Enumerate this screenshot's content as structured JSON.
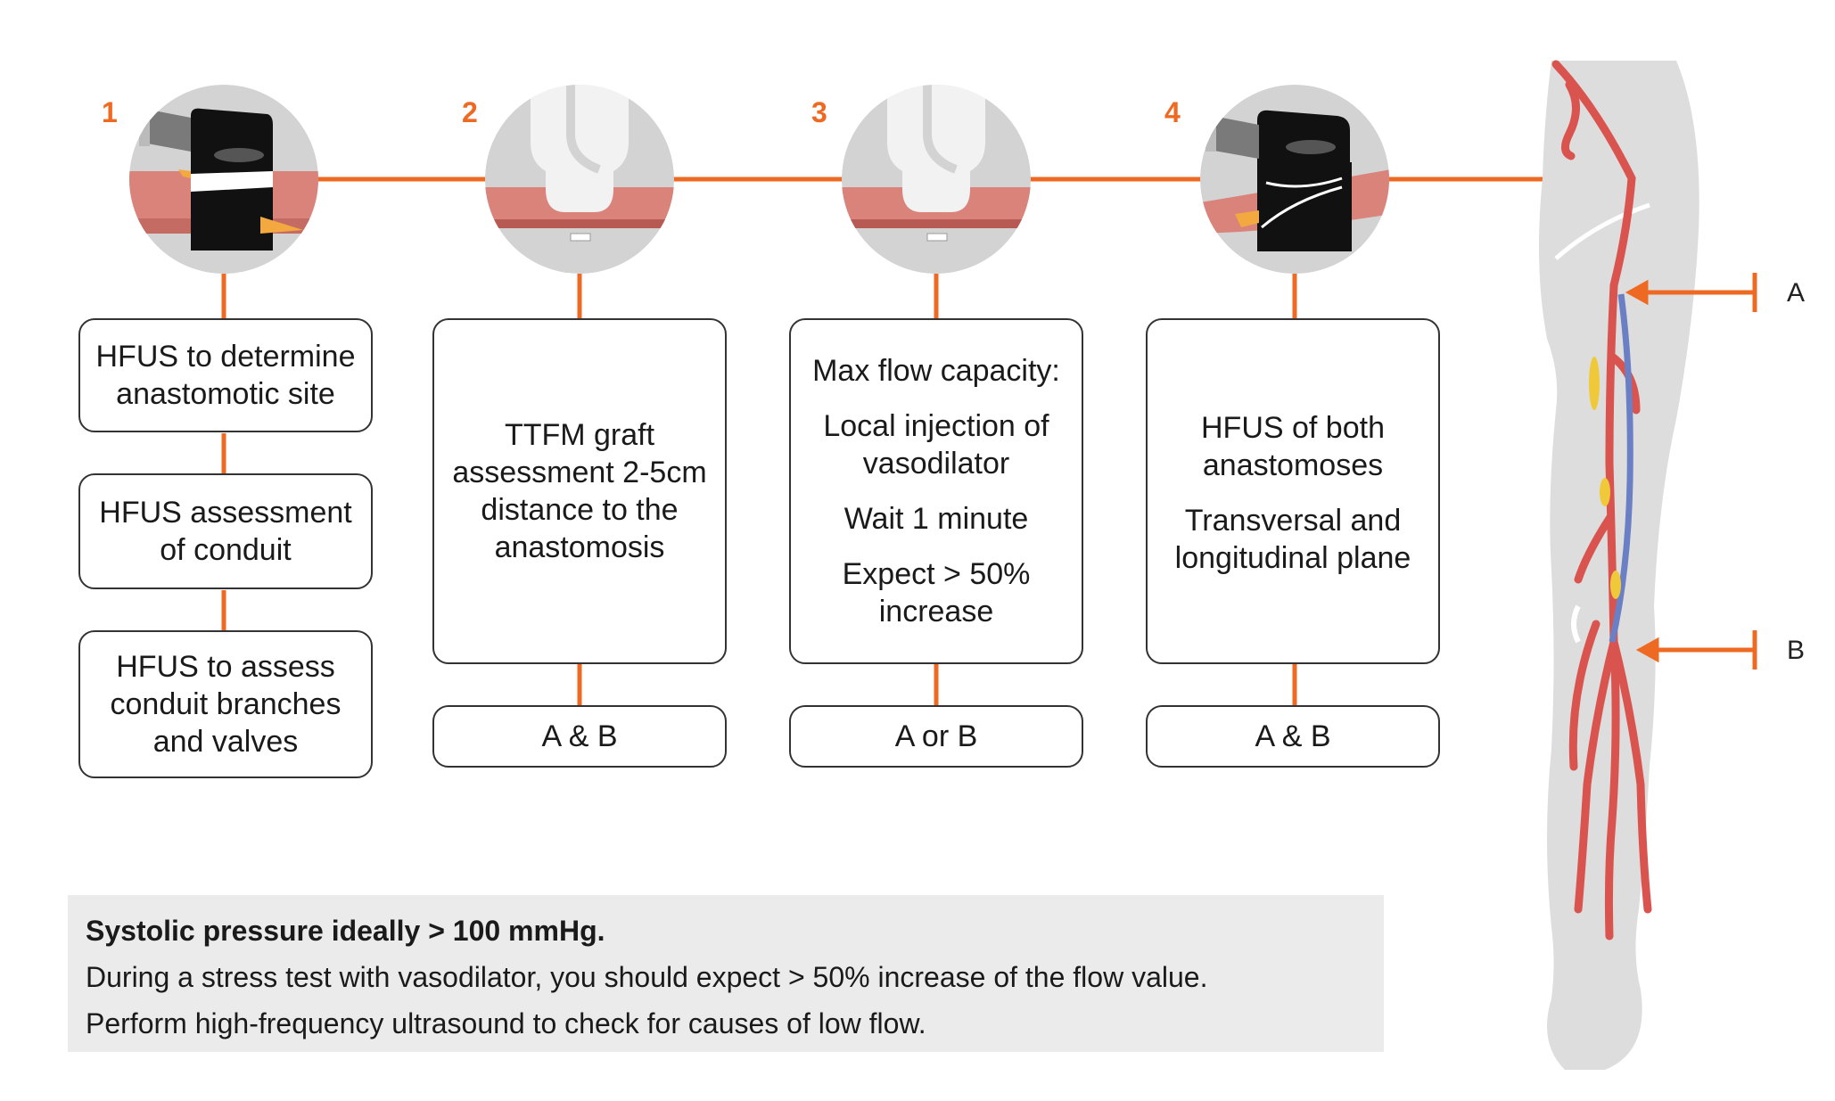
{
  "steps": [
    {
      "number": "1",
      "boxes": [
        "HFUS to determine anastomotic site",
        "HFUS assessment of conduit",
        "HFUS to assess conduit branches and valves"
      ]
    },
    {
      "number": "2",
      "text": "TTFM graft assessment 2-5cm distance to the anastomosis",
      "location": "A & B"
    },
    {
      "number": "3",
      "lines": [
        "Max flow capacity:",
        "Local injection of vasodilator",
        "Wait 1 minute",
        "Expect > 50% increase"
      ],
      "location": "A or B"
    },
    {
      "number": "4",
      "lines": [
        "HFUS of both anastomoses",
        "Transversal and longitudinal plane"
      ],
      "location": "A & B"
    }
  ],
  "markers": {
    "a": "A",
    "b": "B"
  },
  "note": {
    "title": "Systolic pressure ideally > 100 mmHg.",
    "line1": "During a stress test with vasodilator, you should expect > 50% increase of the flow value.",
    "line2": "Perform high-frequency ultrasound to check for causes of low flow."
  },
  "colors": {
    "accent": "#ee6a23",
    "artery": "#d9544f",
    "vein": "#6b7fc4",
    "tissue": "#d9837a",
    "leg": "#dddddd"
  }
}
